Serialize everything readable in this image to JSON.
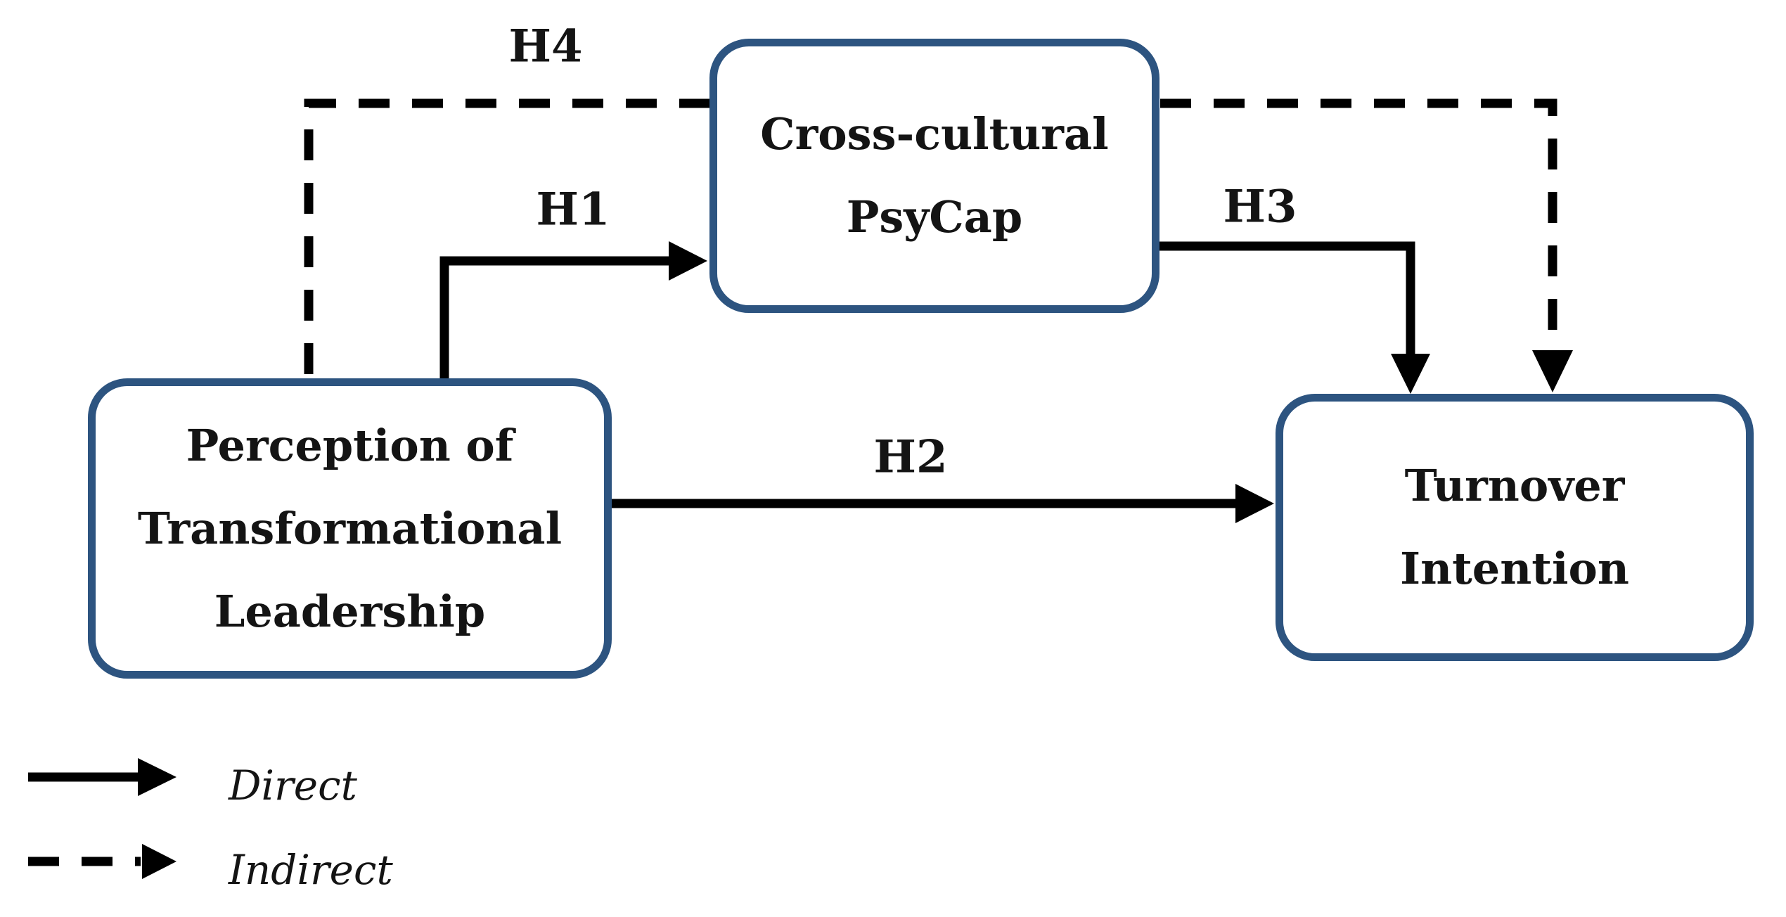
{
  "diagram": {
    "nodes": {
      "psycap": {
        "line1": "Cross-cultural",
        "line2": "PsyCap"
      },
      "perception": {
        "line1": "Perception of",
        "line2": "Transformational",
        "line3": "Leadership"
      },
      "turnover": {
        "line1": "Turnover",
        "line2": "Intention"
      }
    },
    "hypotheses": {
      "h1": "H1",
      "h2": "H2",
      "h3": "H3",
      "h4": "H4"
    },
    "legend": {
      "direct": "Direct",
      "indirect": "Indirect"
    }
  },
  "colors": {
    "box_border": "#2d5480",
    "line": "#000000",
    "text": "#141414",
    "background": "#ffffff"
  }
}
